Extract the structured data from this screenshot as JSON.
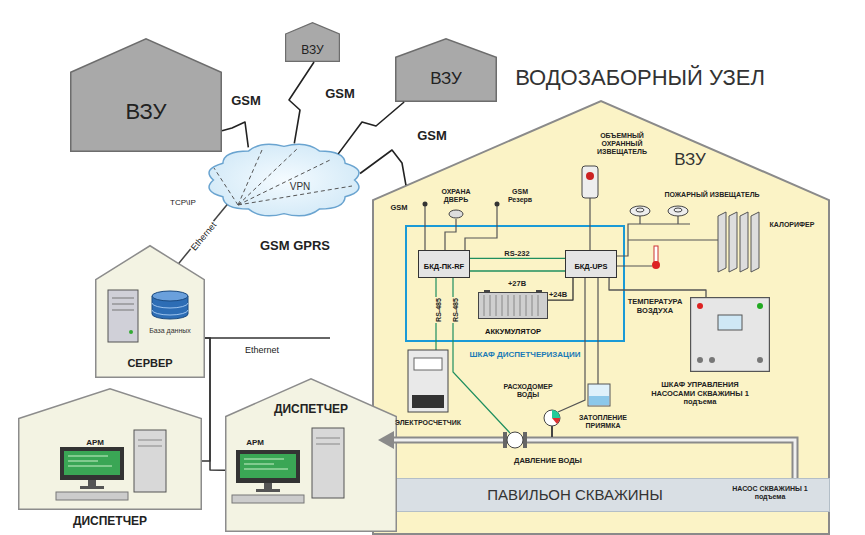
{
  "diagram": {
    "title": "ВОДОЗАБОРНЫЙ УЗЕЛ",
    "nodes": [
      {
        "text": [
          "ВЗУ"
        ]
      },
      {
        "text": [
          "ВЗУ"
        ]
      },
      {
        "text": [
          "ВЗУ"
        ]
      },
      {
        "text": [
          "VPN",
          "GSM GPRS"
        ]
      },
      {
        "text": [
          "ВЗУ"
        ]
      },
      {
        "text": [
          "ШКАФ ДИСПЕТЧЕРИЗАЦИИ"
        ],
        "in": 4
      },
      {
        "text": [
          "БКД-ПК-RF"
        ],
        "in": 5
      },
      {
        "text": [
          "БКД-UPS"
        ],
        "in": 5
      },
      {
        "text": [
          "АККУМУЛЯТОР"
        ],
        "in": 5
      },
      {
        "text": [
          "ШКАФ УПРАВЛЕНИЯ НАСОСАМИ СКВАЖИНЫ 1 подъема"
        ],
        "in": 4
      },
      {
        "text": [
          "ПАВИЛЬОН СКВАЖИНЫ"
        ],
        "in": 4
      },
      {
        "text": [
          "База данных",
          "СЕРВЕР"
        ]
      },
      {
        "text": [
          "ДИСПЕТЧЕР",
          "АРМ"
        ]
      },
      {
        "text": [
          "АРМ",
          "ДИСПЕТЧЕР"
        ]
      }
    ],
    "edges": [
      {
        "from": 3,
        "to": 0,
        "label": "GSM",
        "arrow": "none"
      },
      {
        "from": 3,
        "to": 1,
        "arrow": "none"
      },
      {
        "from": 3,
        "to": 2,
        "label": "GSM",
        "arrow": "none"
      },
      {
        "from": 3,
        "to": 4,
        "label": "GSM",
        "arrow": "none"
      },
      {
        "from": 11,
        "to": 3,
        "label": "Ethernet",
        "arrow": "none"
      },
      {
        "from": 11,
        "to": 12,
        "arrow": "none"
      },
      {
        "from": 11,
        "to": 13,
        "arrow": "none"
      },
      {
        "from": 6,
        "to": 7,
        "label": "RS-232",
        "arrow": "none"
      },
      {
        "from": 6,
        "to": 7,
        "label": "+27В",
        "arrow": "none"
      },
      {
        "from": 8,
        "to": 7,
        "label": "+24В",
        "arrow": "none"
      },
      {
        "from": 7,
        "to": 9,
        "arrow": "none"
      }
    ],
    "labels": [
      "TCP\\IP",
      "Ethernet",
      "GSM",
      "ОХРАНА ДВЕРЬ",
      "GSM Резерв",
      "ОБЪЕМНЫЙ ОХРАННЫЙ ИЗВЕЩАТЕЛЬ",
      "ПОЖАРНЫЙ ИЗВЕЩАТЕЛЬ",
      "КАЛОРИФЕР",
      "ТЕМПЕРАТУРА ВОЗДУХА",
      "RS-485",
      "RS-485",
      "ЭЛЕКТРОСЧЕТЧИК",
      "РАСХОДОМЕР ВОДЫ",
      "ЗАТОПЛЕНИЕ ПРИЯМКА",
      "ДАВЛЕНИЕ ВОДЫ",
      "НАСОС СКВАЖИНЫ 1 подъема"
    ]
  }
}
